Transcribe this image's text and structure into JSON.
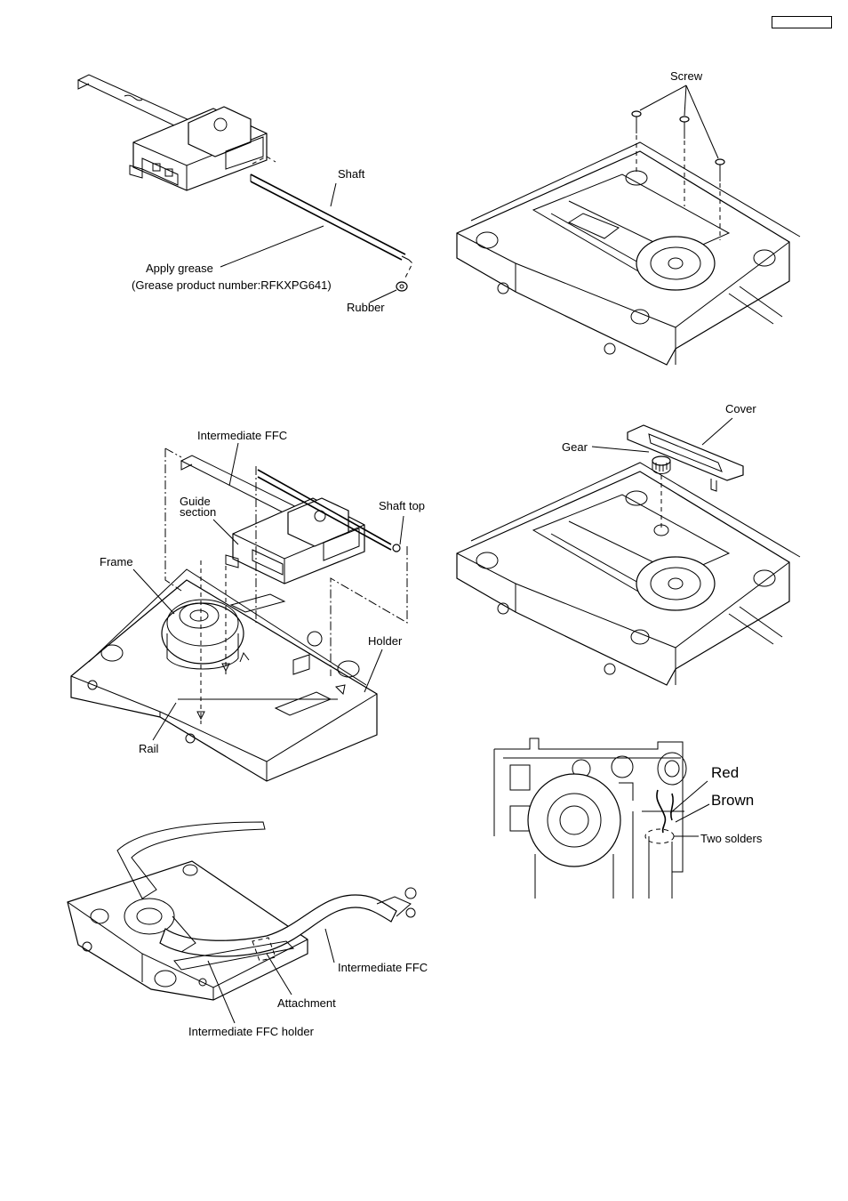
{
  "labels": {
    "screw": "Screw",
    "shaft": "Shaft",
    "apply_grease": "Apply grease",
    "grease_number": "(Grease product number:RFKXPG641)",
    "rubber": "Rubber",
    "intermediate_ffc_top": "Intermediate FFC",
    "guide": "Guide",
    "section": "section",
    "shaft_top": "Shaft top",
    "frame": "Frame",
    "holder": "Holder",
    "rail": "Rail",
    "cover": "Cover",
    "gear": "Gear",
    "red": "Red",
    "brown": "Brown",
    "two_solders": "Two solders",
    "intermediate_ffc_bottom": "Intermediate FFC",
    "attachment": "Attachment",
    "intermediate_ffc_holder": "Intermediate FFC holder"
  }
}
